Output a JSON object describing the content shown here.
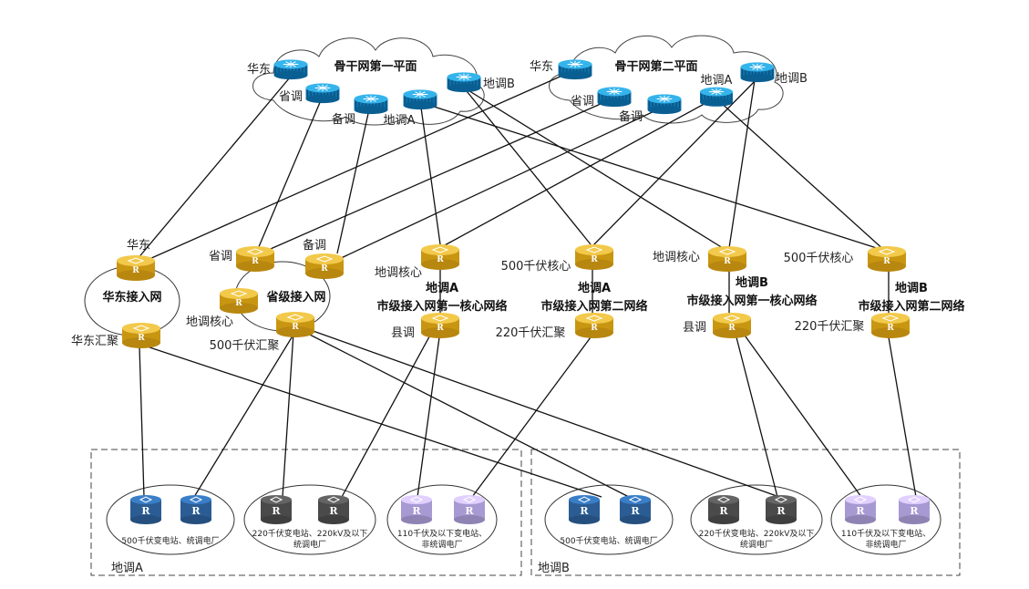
{
  "clouds": {
    "plane1_title": "骨干网第一平面",
    "plane2_title": "骨干网第二平面"
  },
  "backbone1": {
    "huadong": "华东",
    "shengdiao": "省调",
    "beidiao": "备调",
    "didiao_a": "地调A",
    "didiao_b": "地调B"
  },
  "backbone2": {
    "huadong": "华东",
    "shengdiao": "省调",
    "beidiao": "备调",
    "didiao_a": "地调A",
    "didiao_b": "地调B"
  },
  "east_access": {
    "top_label": "华东",
    "title": "华东接入网",
    "agg_label": "华东汇聚"
  },
  "prov_access": {
    "shengdiao": "省调",
    "beidiao": "备调",
    "title": "省级接入网",
    "didiao_core": "地调核心",
    "agg500": "500千伏汇聚"
  },
  "city_a1": {
    "core": "地调核心",
    "title_line1": "地调A",
    "title_line2": "市级接入网第一核心网络",
    "agg": "县调"
  },
  "city_a2": {
    "core": "500千伏核心",
    "title_line1": "地调A",
    "title_line2": "市级接入网第二网络",
    "agg": "220千伏汇聚"
  },
  "city_b1": {
    "core": "地调核心",
    "title_line1": "地调B",
    "title_line2": "市级接入网第一核心网络",
    "agg": "县调"
  },
  "city_b2": {
    "core": "500千伏核心",
    "title_line1": "地调B",
    "title_line2": "市级接入网第二网络",
    "agg": "220千伏汇聚"
  },
  "sites": {
    "a_500": "500千伏变电站、统调电厂",
    "a_220_l1": "220千伏变电站、220kV及以下",
    "a_220_l2": "统调电厂",
    "a_110_l1": "110千伏及以下变电站、",
    "a_110_l2": "非统调电厂",
    "b_500": "500千伏变电站、统调电厂",
    "b_220_l1": "220千伏变电站、220kV及以下",
    "b_220_l2": "统调电厂",
    "b_110_l1": "110千伏及以下变电站、",
    "b_110_l2": "非统调电厂"
  },
  "regions": {
    "region_a": "地调A",
    "region_b": "地调B"
  },
  "router_glyph": "R",
  "colors": {
    "backbone_router": "#1fa4e0",
    "access_router": "#e8b92b",
    "site_500": "#2b5d94",
    "site_220": "#4a4a4a",
    "site_110": "#a79ad3",
    "link": "#111111"
  }
}
